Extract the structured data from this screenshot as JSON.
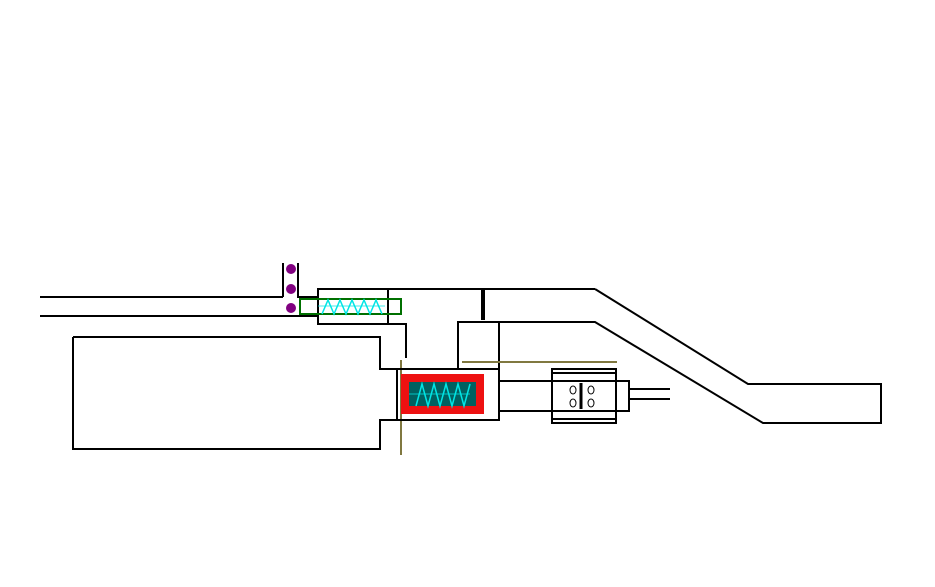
{
  "diagram": {
    "labels": [],
    "colors": {
      "background": "#ffffff",
      "outline": "#000000",
      "dot": "#800080",
      "spring": "#00e5e5",
      "green_tube": "#007000",
      "red_casing": "#ee1111",
      "dark_chamber": "#006060",
      "olive_line": "#807840"
    },
    "components": [
      "left-barrel-tube",
      "lower-housing-block",
      "upper-spring-sleeve",
      "valve-chamber",
      "piston-rod-block",
      "angled-outlet-pipe"
    ]
  }
}
